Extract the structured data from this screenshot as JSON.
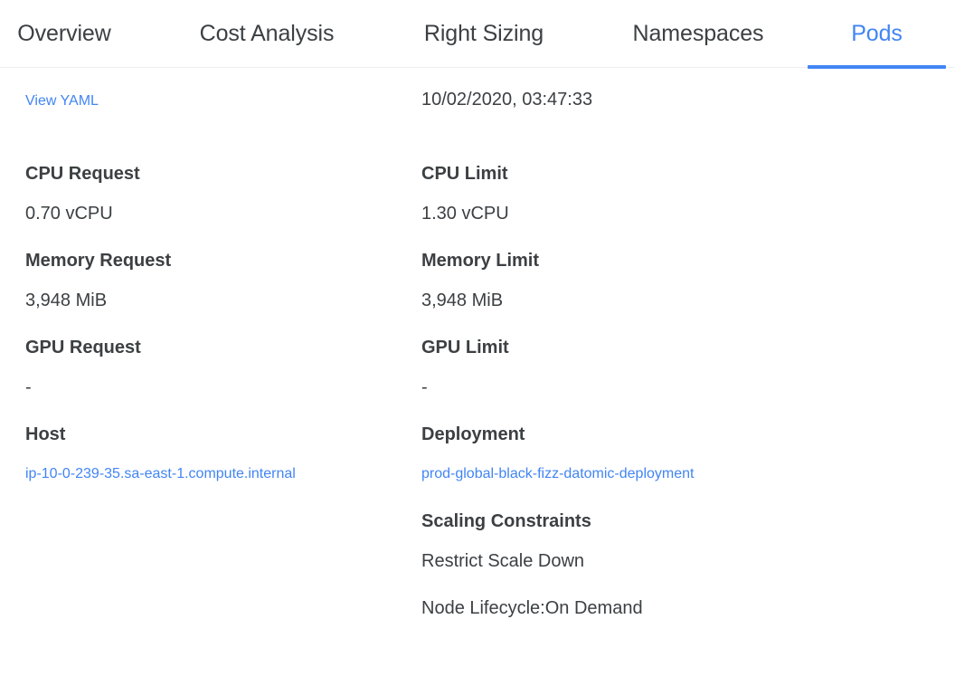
{
  "tabs": [
    {
      "id": "overview",
      "label": "Overview",
      "active": false
    },
    {
      "id": "cost",
      "label": "Cost Analysis",
      "active": false
    },
    {
      "id": "rightsizing",
      "label": "Right Sizing",
      "active": false
    },
    {
      "id": "namespaces",
      "label": "Namespaces",
      "active": false
    },
    {
      "id": "pods",
      "label": "Pods",
      "active": true
    }
  ],
  "colors": {
    "accent": "#4285f4",
    "text": "#3c4043",
    "border": "#eeeeee"
  },
  "left": {
    "yaml_link": "View YAML",
    "cpu_request_label": "CPU Request",
    "cpu_request_value": "0.70 vCPU",
    "memory_request_label": "Memory Request",
    "memory_request_value": "3,948 MiB",
    "gpu_request_label": "GPU Request",
    "gpu_request_value": "-",
    "host_label": "Host",
    "host_value": "ip-10-0-239-35.sa-east-1.compute.internal"
  },
  "right": {
    "timestamp": "10/02/2020, 03:47:33",
    "cpu_limit_label": "CPU Limit",
    "cpu_limit_value": "1.30 vCPU",
    "memory_limit_label": "Memory Limit",
    "memory_limit_value": "3,948 MiB",
    "gpu_limit_label": "GPU Limit",
    "gpu_limit_value": "-",
    "deployment_label": "Deployment",
    "deployment_value": "prod-global-black-fizz-datomic-deployment",
    "scaling_constraints_label": "Scaling Constraints",
    "scaling_constraints": [
      "Restrict Scale Down",
      "Node Lifecycle:On Demand"
    ]
  }
}
